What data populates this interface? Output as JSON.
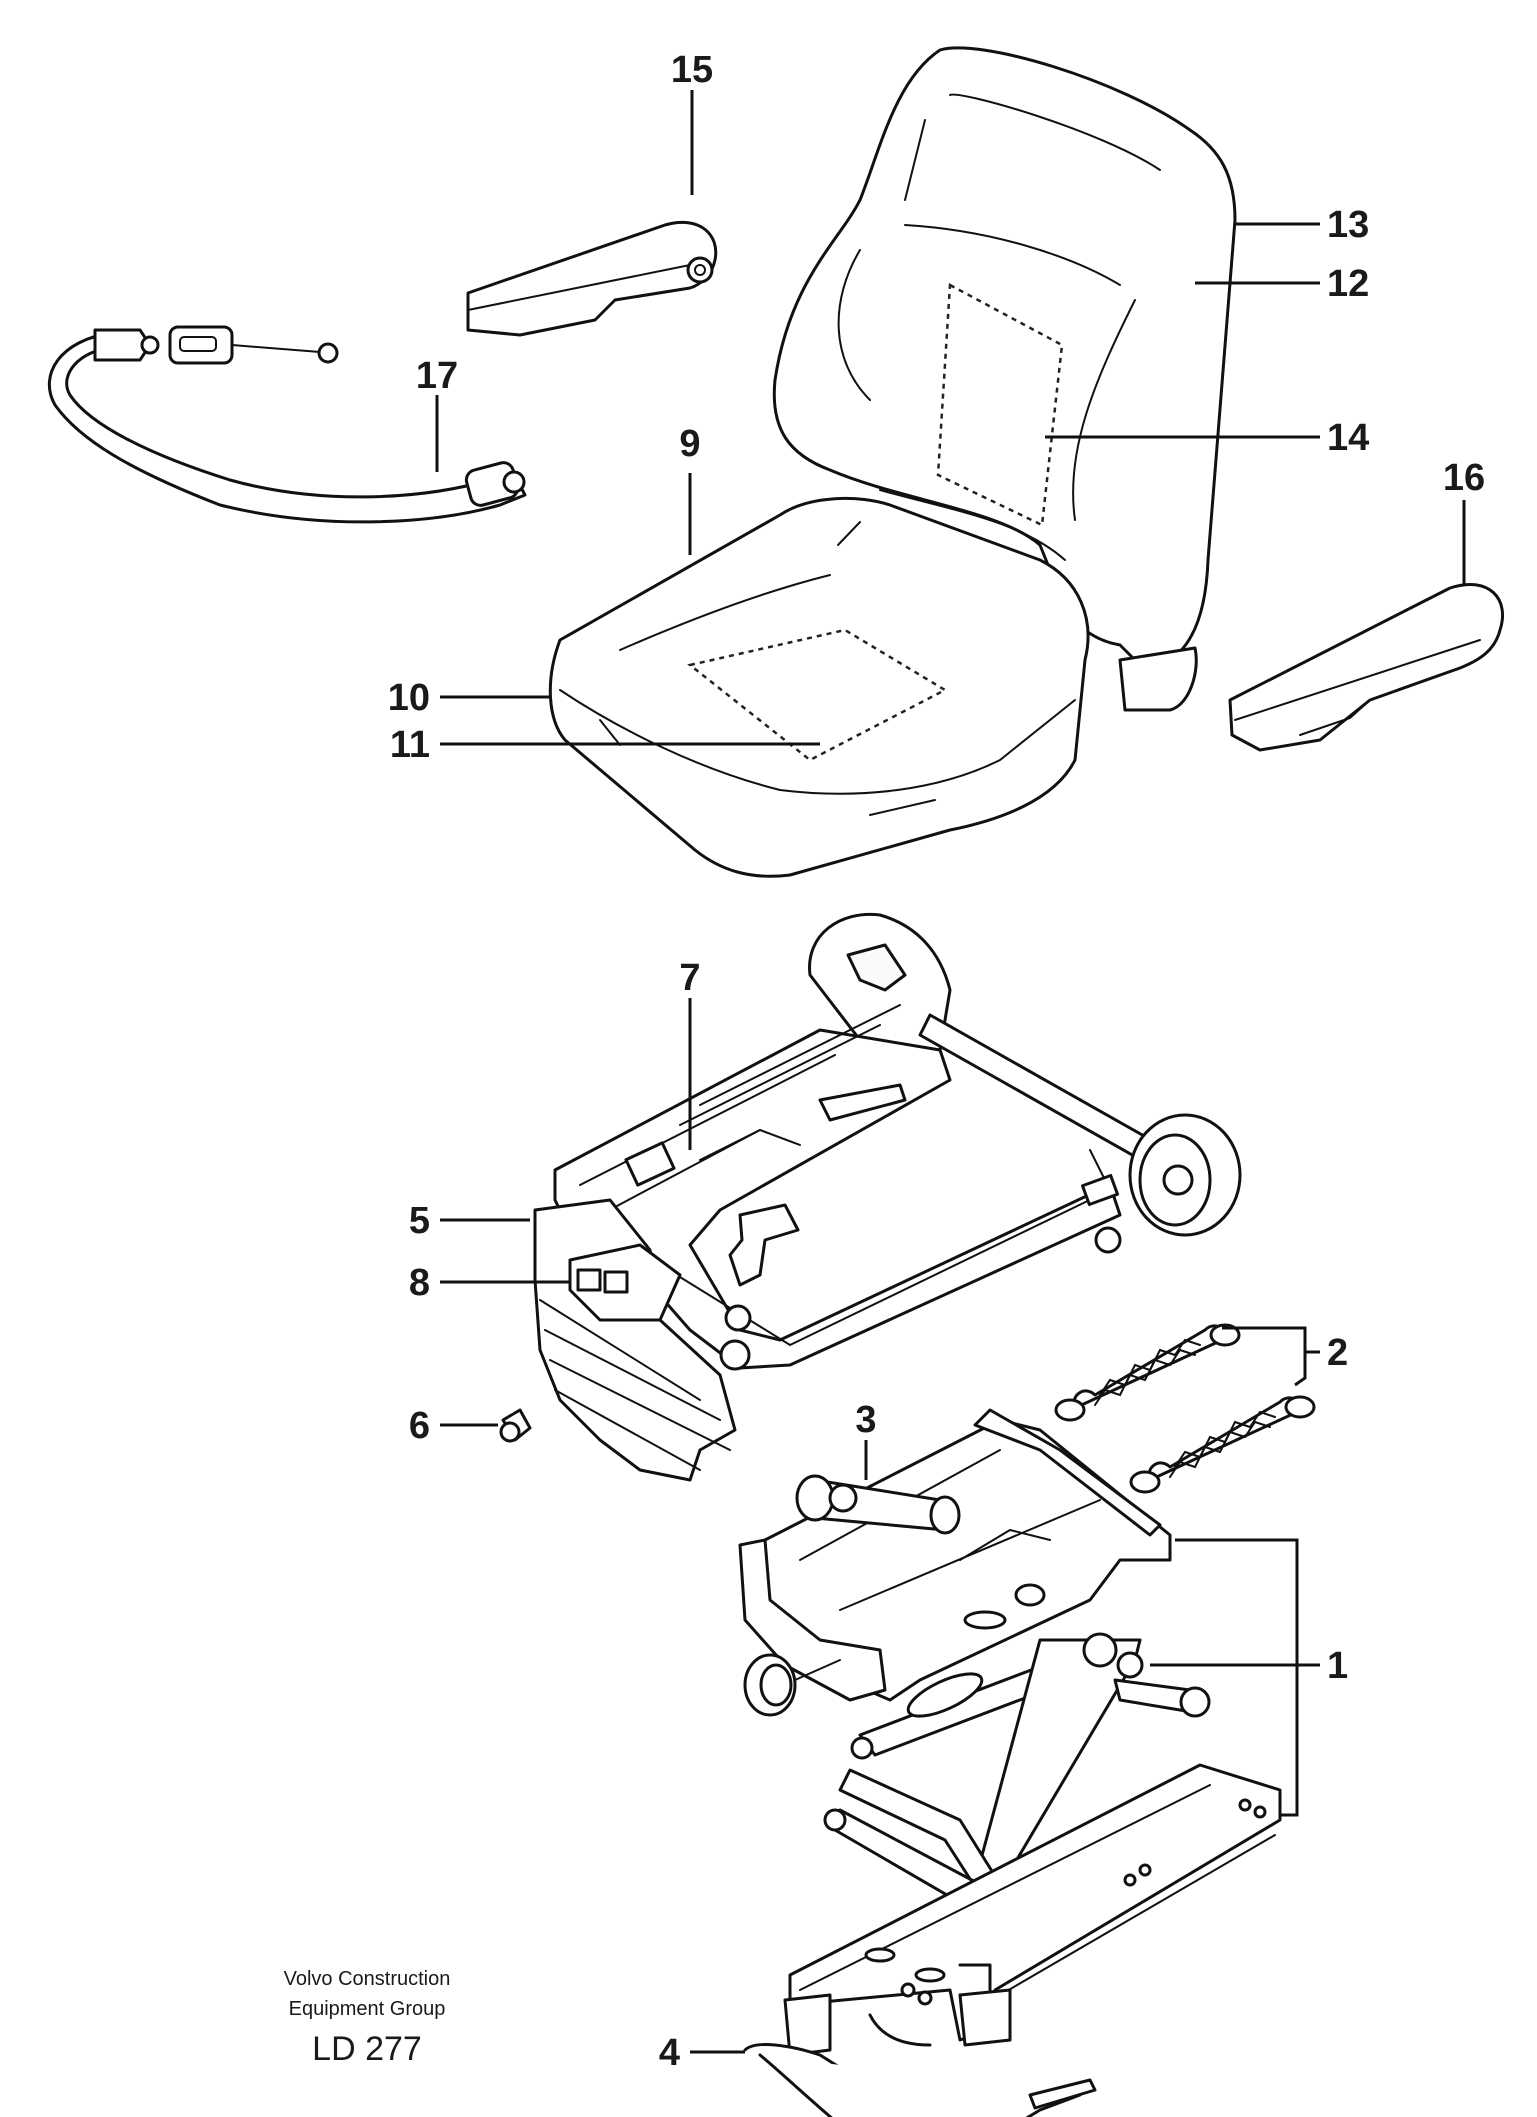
{
  "callouts": {
    "c1": "1",
    "c2": "2",
    "c3": "3",
    "c4": "4",
    "c5": "5",
    "c6": "6",
    "c7": "7",
    "c8": "8",
    "c9": "9",
    "c10": "10",
    "c11": "11",
    "c12": "12",
    "c13": "13",
    "c14": "14",
    "c15": "15",
    "c16": "16",
    "c17": "17"
  },
  "credit": {
    "line1": "Volvo Construction",
    "line2": "Equipment Group",
    "code": "LD 277"
  }
}
